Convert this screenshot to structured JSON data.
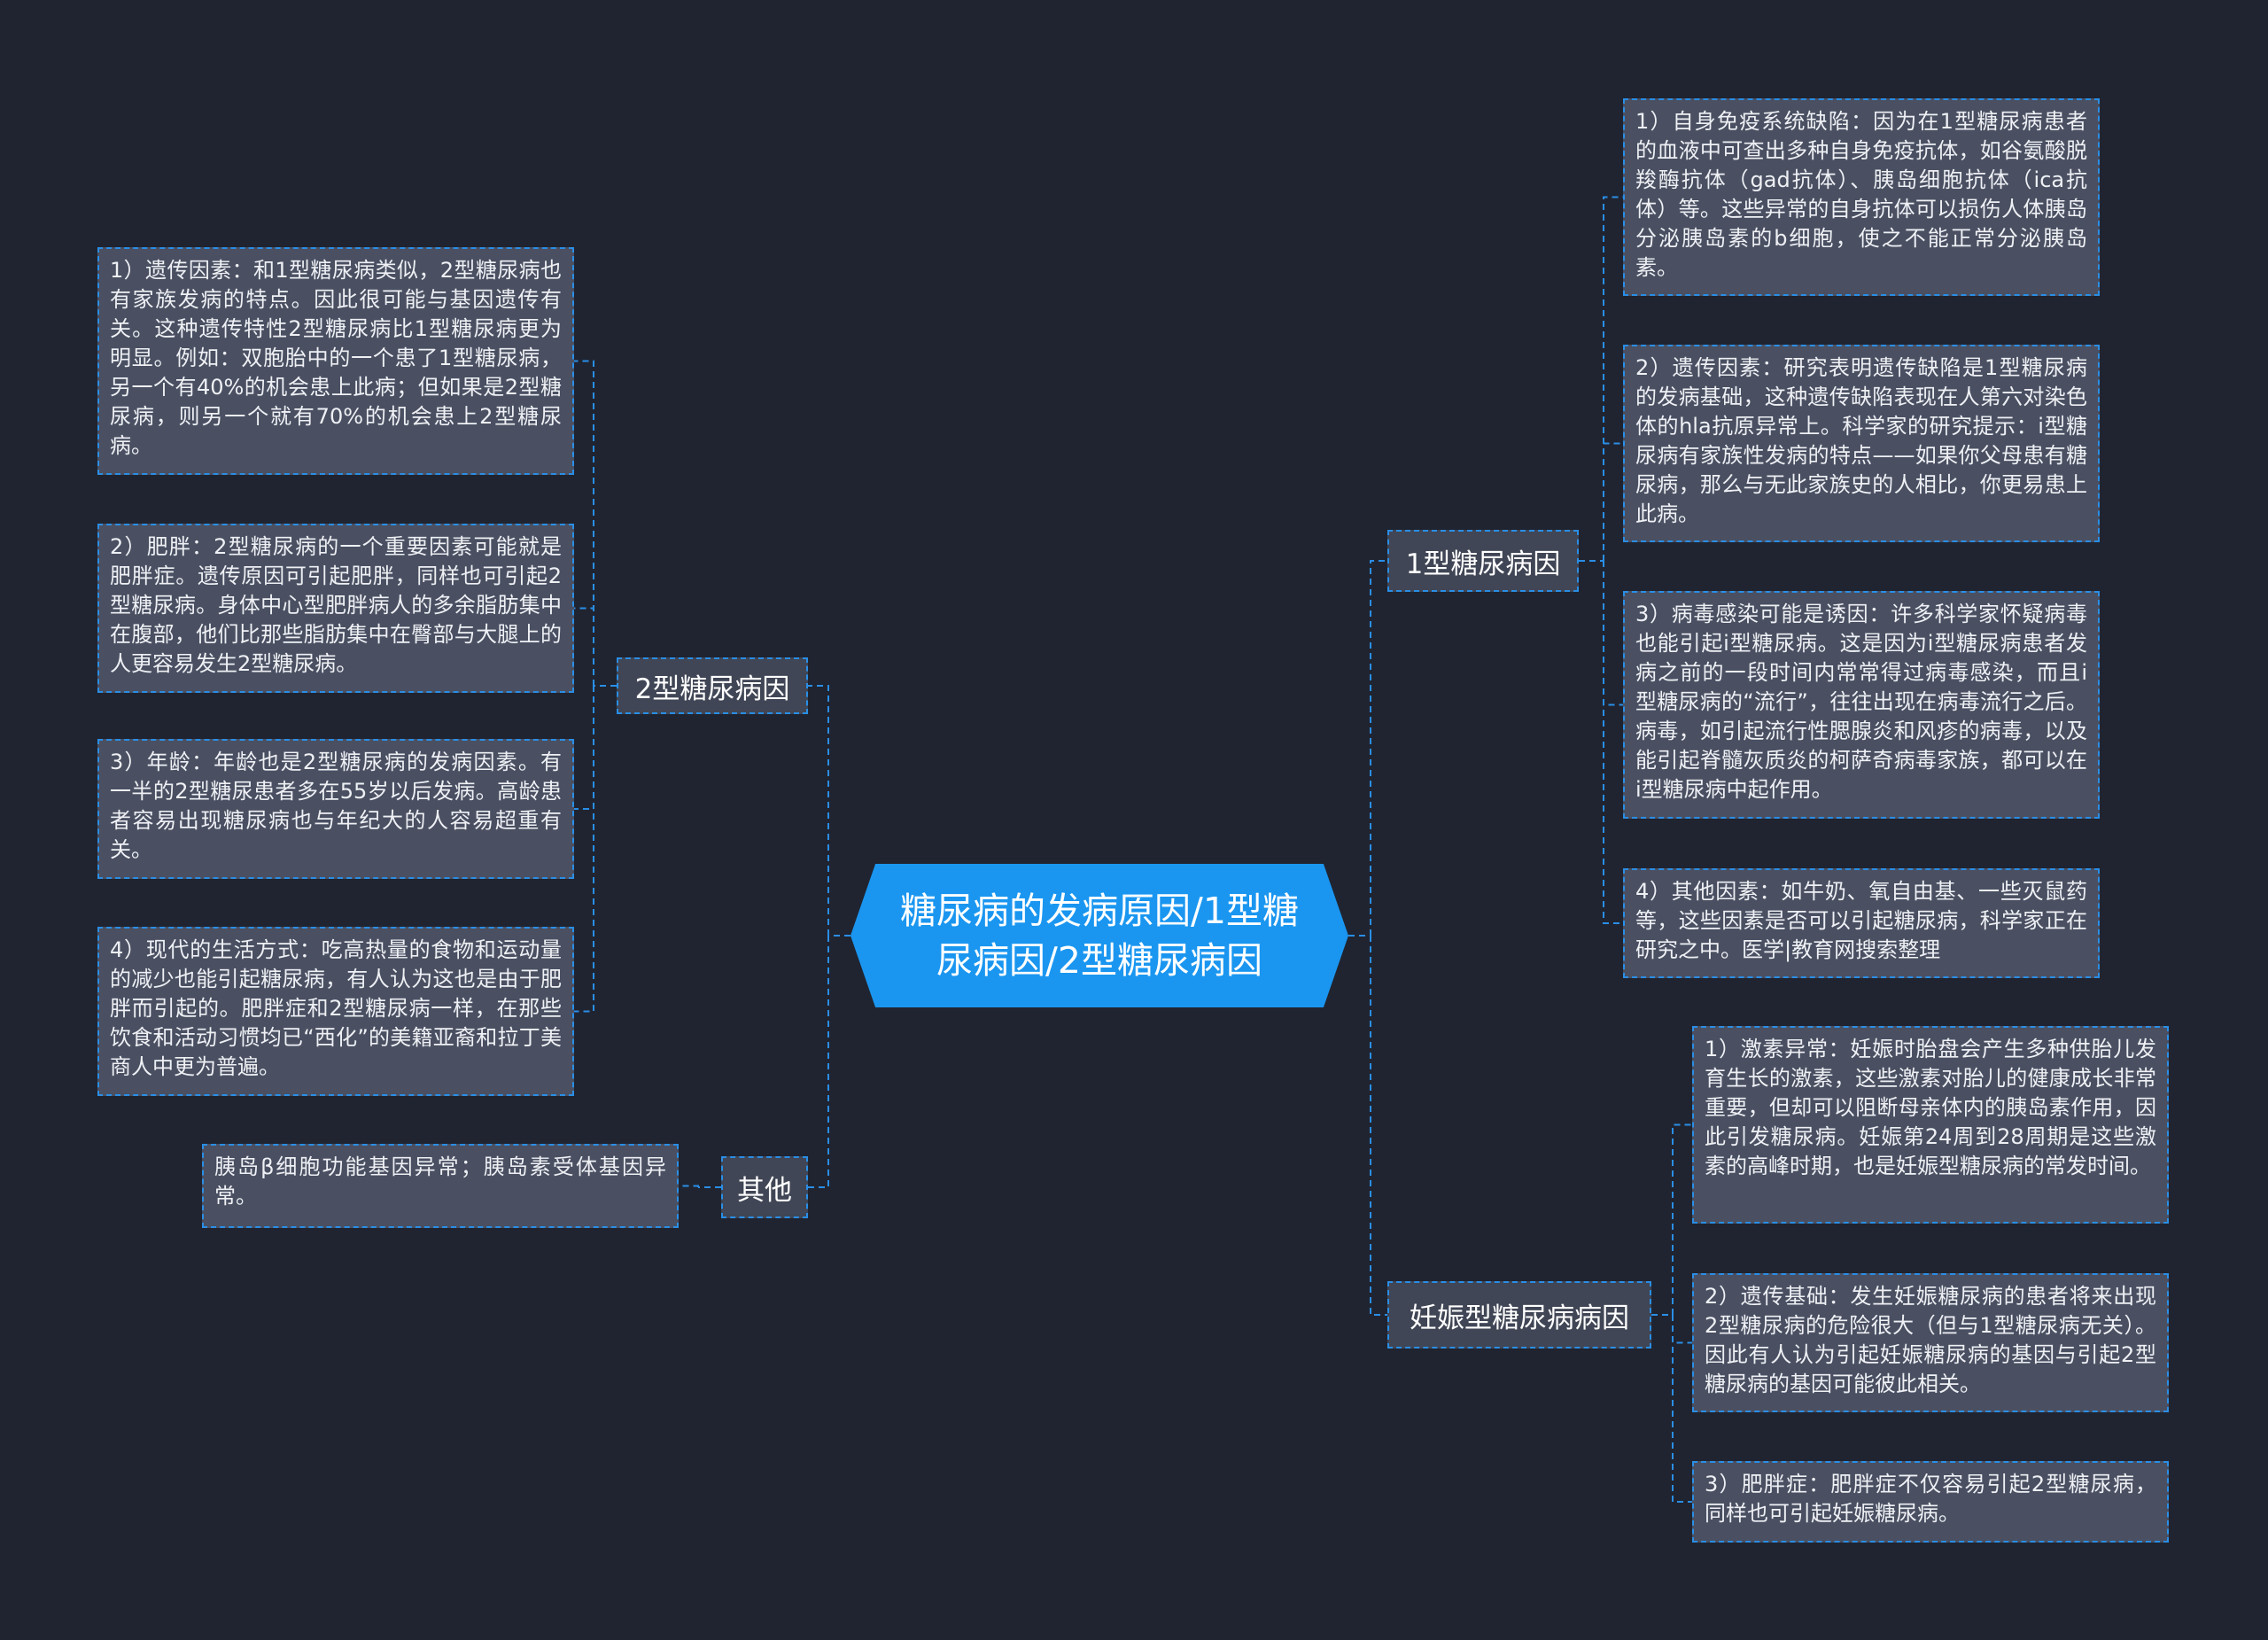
{
  "root": {
    "label": "糖尿病的发病原因/1型糖尿病因/2型糖尿病因"
  },
  "type2": {
    "label": "2型糖尿病因",
    "items": [
      "1）遗传因素：和1型糖尿病类似，2型糖尿病也有家族发病的特点。因此很可能与基因遗传有关。这种遗传特性2型糖尿病比1型糖尿病更为明显。例如：双胞胎中的一个患了1型糖尿病，另一个有40%的机会患上此病；但如果是2型糖尿病，则另一个就有70%的机会患上2型糖尿病。",
      "2）肥胖：2型糖尿病的一个重要因素可能就是肥胖症。遗传原因可引起肥胖，同样也可引起2型糖尿病。身体中心型肥胖病人的多余脂肪集中在腹部，他们比那些脂肪集中在臀部与大腿上的人更容易发生2型糖尿病。",
      "3）年龄：年龄也是2型糖尿病的发病因素。有一半的2型糖尿患者多在55岁以后发病。高龄患者容易出现糖尿病也与年纪大的人容易超重有关。",
      "4）现代的生活方式：吃高热量的食物和运动量的减少也能引起糖尿病，有人认为这也是由于肥胖而引起的。肥胖症和2型糖尿病一样，在那些饮食和活动习惯均已“西化”的美籍亚裔和拉丁美商人中更为普遍。"
    ]
  },
  "other": {
    "label": "其他",
    "items": [
      "胰岛β细胞功能基因异常；胰岛素受体基因异常。"
    ]
  },
  "type1": {
    "label": "1型糖尿病因",
    "items": [
      "1）自身免疫系统缺陷：因为在1型糖尿病患者的血液中可查出多种自身免疫抗体，如谷氨酸脱羧酶抗体（gad抗体）、胰岛细胞抗体（ica抗体）等。这些异常的自身抗体可以损伤人体胰岛分泌胰岛素的b细胞，使之不能正常分泌胰岛素。",
      "2）遗传因素：研究表明遗传缺陷是1型糖尿病的发病基础，这种遗传缺陷表现在人第六对染色体的hla抗原异常上。科学家的研究提示：i型糖尿病有家族性发病的特点——如果你父母患有糖尿病，那么与无此家族史的人相比，你更易患上此病。",
      "3）病毒感染可能是诱因：许多科学家怀疑病毒也能引起i型糖尿病。这是因为i型糖尿病患者发病之前的一段时间内常常得过病毒感染，而且i型糖尿病的“流行”，往往出现在病毒流行之后。病毒，如引起流行性腮腺炎和风疹的病毒，以及能引起脊髓灰质炎的柯萨奇病毒家族，都可以在i型糖尿病中起作用。",
      "4）其他因素：如牛奶、氧自由基、一些灭鼠药等，这些因素是否可以引起糖尿病，科学家正在研究之中。医学|教育网搜索整理"
    ]
  },
  "gestational": {
    "label": "妊娠型糖尿病病因",
    "items": [
      "1）激素异常：妊娠时胎盘会产生多种供胎儿发育生长的激素，这些激素对胎儿的健康成长非常重要，但却可以阻断母亲体内的胰岛素作用，因此引发糖尿病。妊娠第24周到28周期是这些激素的高峰时期，也是妊娠型糖尿病的常发时间。",
      "2）遗传基础：发生妊娠糖尿病的患者将来出现2型糖尿病的危险很大（但与1型糖尿病无关）。因此有人认为引起妊娠糖尿病的基因与引起2型糖尿病的基因可能彼此相关。",
      "3）肥胖症：肥胖症不仅容易引起2型糖尿病，同样也可引起妊娠糖尿病。"
    ]
  },
  "colors": {
    "background": "#202430",
    "root": "#1a96f0",
    "connector": "#2a8ee6"
  }
}
